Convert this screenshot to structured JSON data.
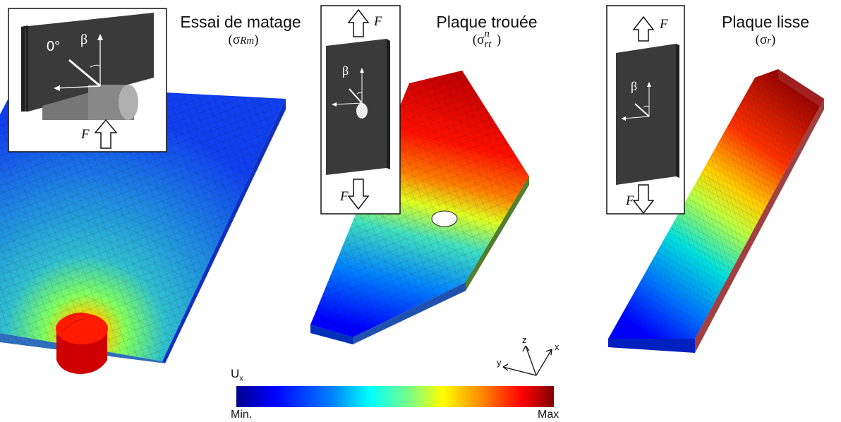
{
  "titles": {
    "matage": "Essai de matage",
    "trouee": "Plaque trouée",
    "lisse": "Plaque lisse"
  },
  "subtitles": {
    "matage_sigma": "σ",
    "matage_sub": "Rm",
    "trouee_sigma": "σ",
    "trouee_sub": "rt",
    "trouee_sup": "n",
    "lisse_sigma": "σ",
    "lisse_sub": "r"
  },
  "insets": {
    "force_label": "F",
    "angle_label": "β",
    "zero_angle_label": "0°"
  },
  "axes": {
    "x": "x",
    "y": "y",
    "z": "z"
  },
  "colorbar": {
    "variable": "U",
    "variable_sub": "x",
    "min_label": "Min.",
    "max_label": "Max",
    "colors": [
      "#00008f",
      "#0000ff",
      "#0080ff",
      "#00ffff",
      "#80ff80",
      "#ffff00",
      "#ff8000",
      "#ff0000",
      "#800000"
    ]
  }
}
